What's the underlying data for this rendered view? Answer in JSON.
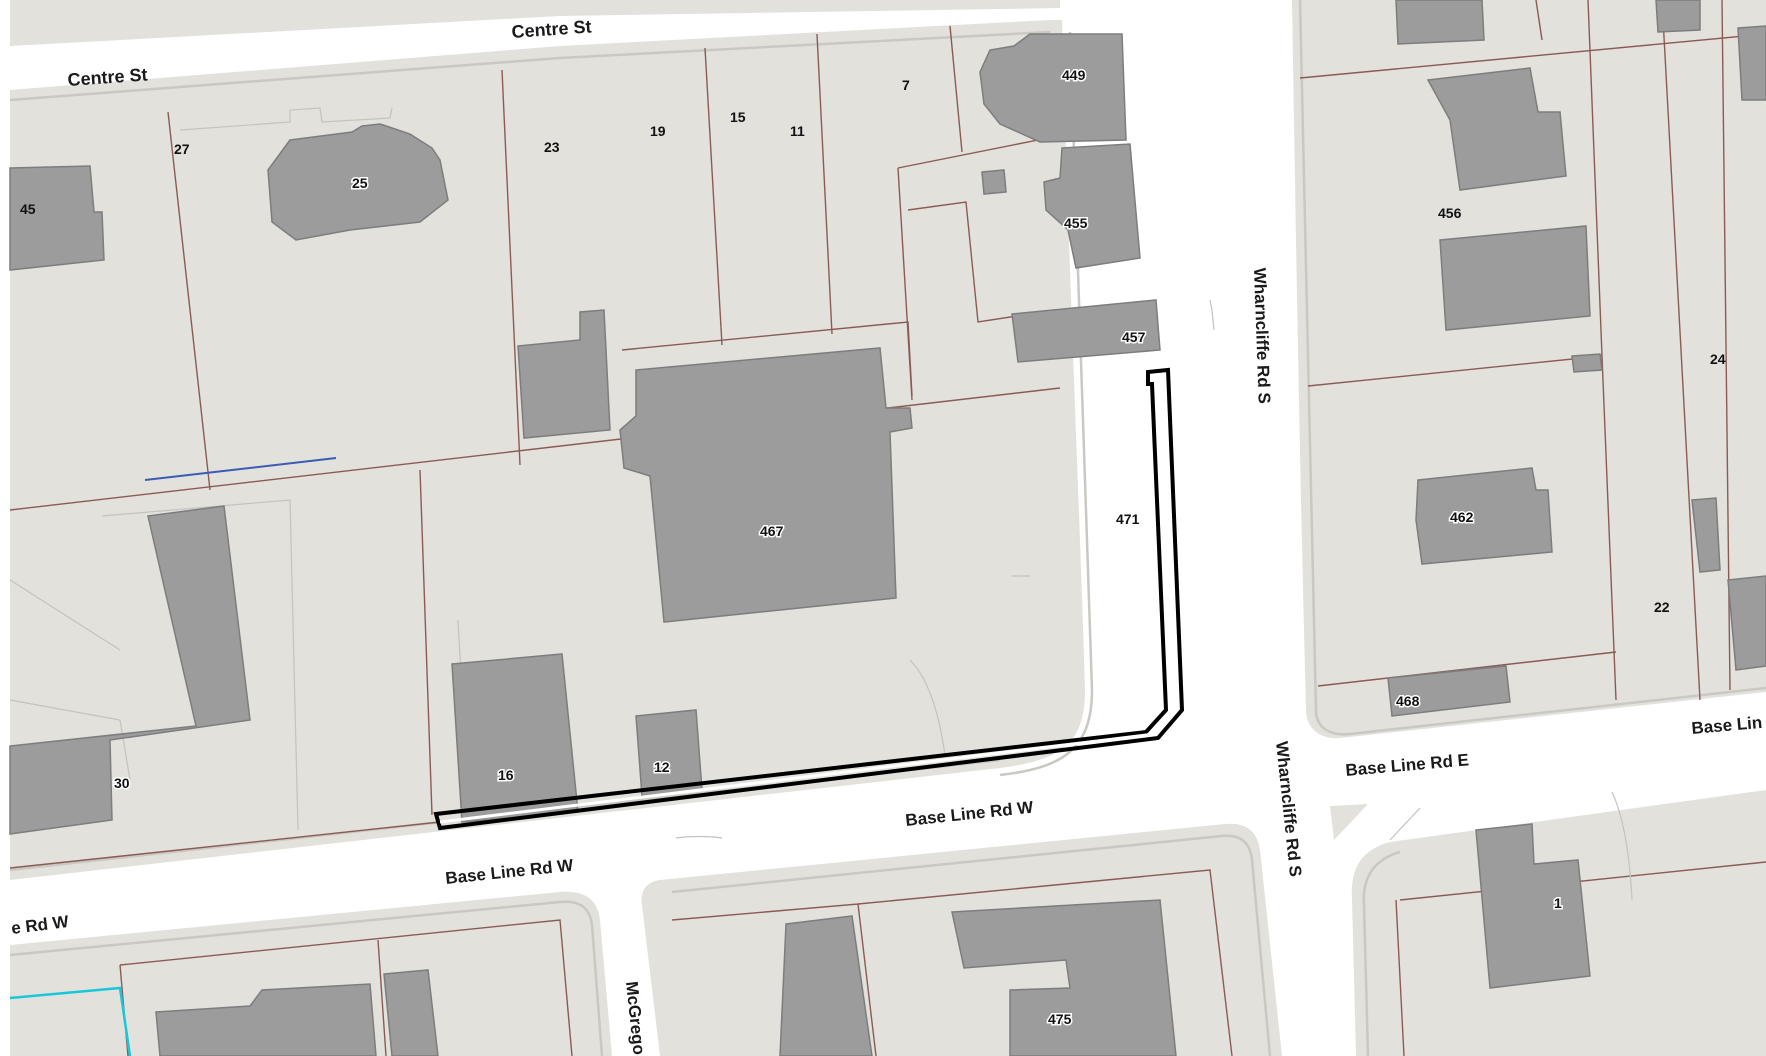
{
  "streets": {
    "centre_st_1": "Centre St",
    "centre_st_2": "Centre St",
    "wharncliffe_north": "Wharncliffe Rd S",
    "wharncliffe_south": "Wharncliffe Rd S",
    "base_line_w_1": "Base Line Rd W",
    "base_line_w_2": "Base Line Rd W",
    "base_line_w_3": "e Rd W",
    "base_line_e_1": "Base Line Rd E",
    "base_line_e_2": "Base Lin",
    "mcgregor": "McGrego"
  },
  "addresses": {
    "a45": "45",
    "a27": "27",
    "a25": "25",
    "a23": "23",
    "a19": "19",
    "a15": "15",
    "a11": "11",
    "a7": "7",
    "a449": "449",
    "a455": "455",
    "a457": "457",
    "a467": "467",
    "a471": "471",
    "a16": "16",
    "a12": "12",
    "a30": "30",
    "a475": "475",
    "a456": "456",
    "a24": "24",
    "a462": "462",
    "a22": "22",
    "a468": "468",
    "a1": "1"
  },
  "colors": {
    "block": "#e2e1dc",
    "road": "#ffffff",
    "building": "#9c9c9c",
    "parcel_line": "#8c5a55",
    "subject_outline": "#000000",
    "water_line": "#3b5bb5",
    "cyan_line": "#19c8d8"
  }
}
